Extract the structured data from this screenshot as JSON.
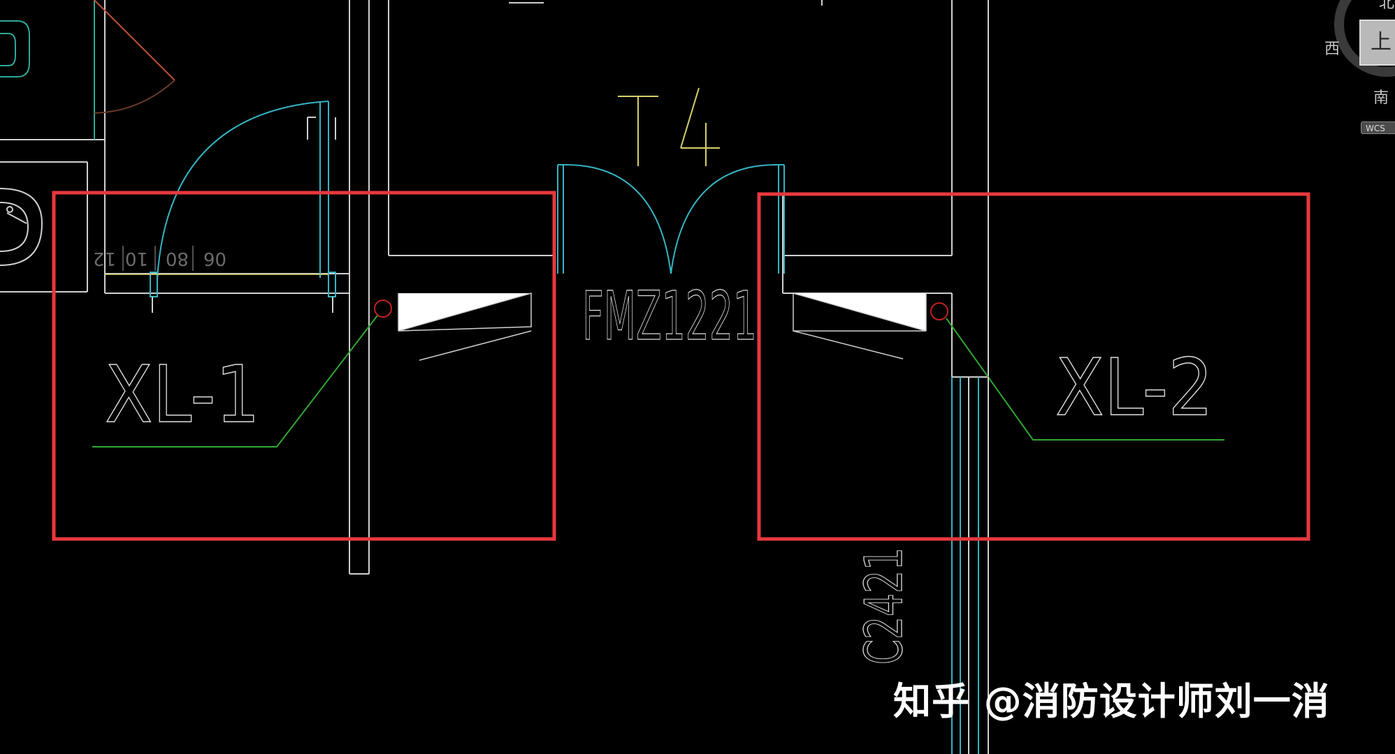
{
  "drawing": {
    "room_tag": "T4",
    "door_tag": "FMZ1221",
    "window_tag": "C2421",
    "callout_left": "XL-1",
    "callout_right": "XL-2",
    "stair_dims": [
      "12",
      "10",
      "80",
      "06"
    ]
  },
  "viewcube": {
    "north": "北",
    "west": "西",
    "south": "南",
    "face": "上",
    "coord_system": "WCS"
  },
  "watermark": {
    "text": "知乎 @消防设计师刘一消"
  },
  "colors": {
    "background": "#000000",
    "highlight_box": "#e8383d",
    "wall": "#cfcfcf",
    "door_swing": "#36b4c4",
    "leader": "#2fa82f",
    "tag_yellow": "#d6cf6a",
    "hydrant_marker": "#c0201f"
  }
}
